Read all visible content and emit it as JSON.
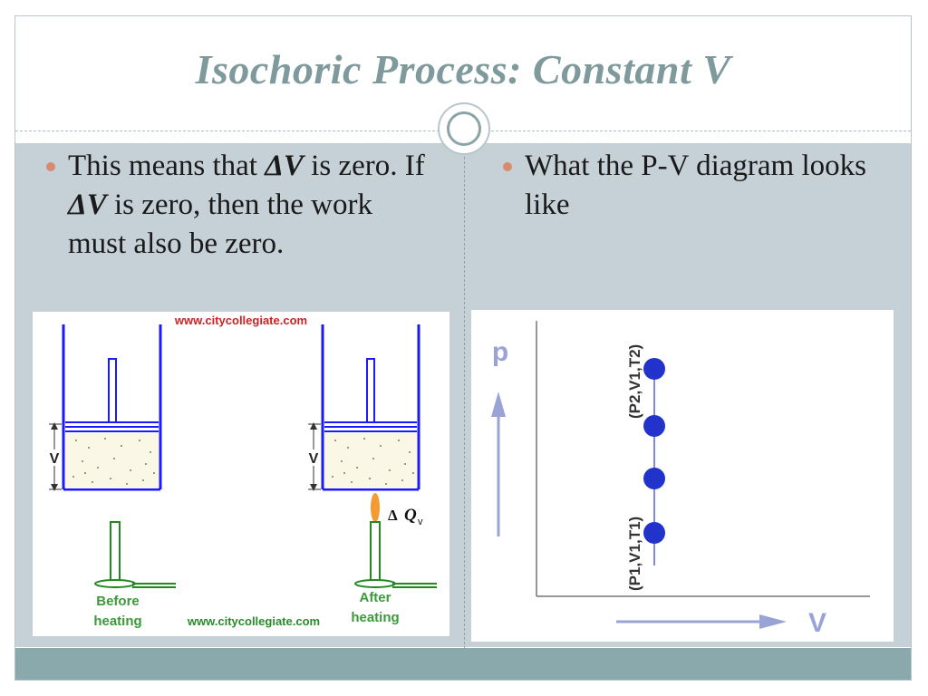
{
  "slide": {
    "title": "Isochoric Process:  Constant V"
  },
  "left_bullet": {
    "text_1": "This means that ",
    "delta_v_1": "ΔV",
    "text_2": " is zero.  If ",
    "delta_v_2": "ΔV",
    "text_3": " is zero, then the work must also be zero."
  },
  "right_bullet": {
    "text": "What the P-V diagram looks like"
  },
  "piston_figure": {
    "watermark_top": "www.citycollegiate.com",
    "watermark_bottom": "www.citycollegiate.com",
    "volume_label_left": "V",
    "volume_label_right": "V",
    "heat_symbol": "Δ",
    "heat_q": "Q",
    "heat_sub": "v",
    "before_label_line1": "Before",
    "before_label_line2": "heating",
    "after_label_line1": "After",
    "after_label_line2": "heating"
  },
  "pv_diagram": {
    "y_axis_label": "p",
    "x_axis_label": "V",
    "state_top_label": "(P2,V1,T2)",
    "state_bottom_label": "(P1,V1,T1)",
    "points_count_note": "4",
    "colors": {
      "point": "#2233cc",
      "arrow": "#9aa3d6",
      "axis": "#5566cc"
    }
  }
}
